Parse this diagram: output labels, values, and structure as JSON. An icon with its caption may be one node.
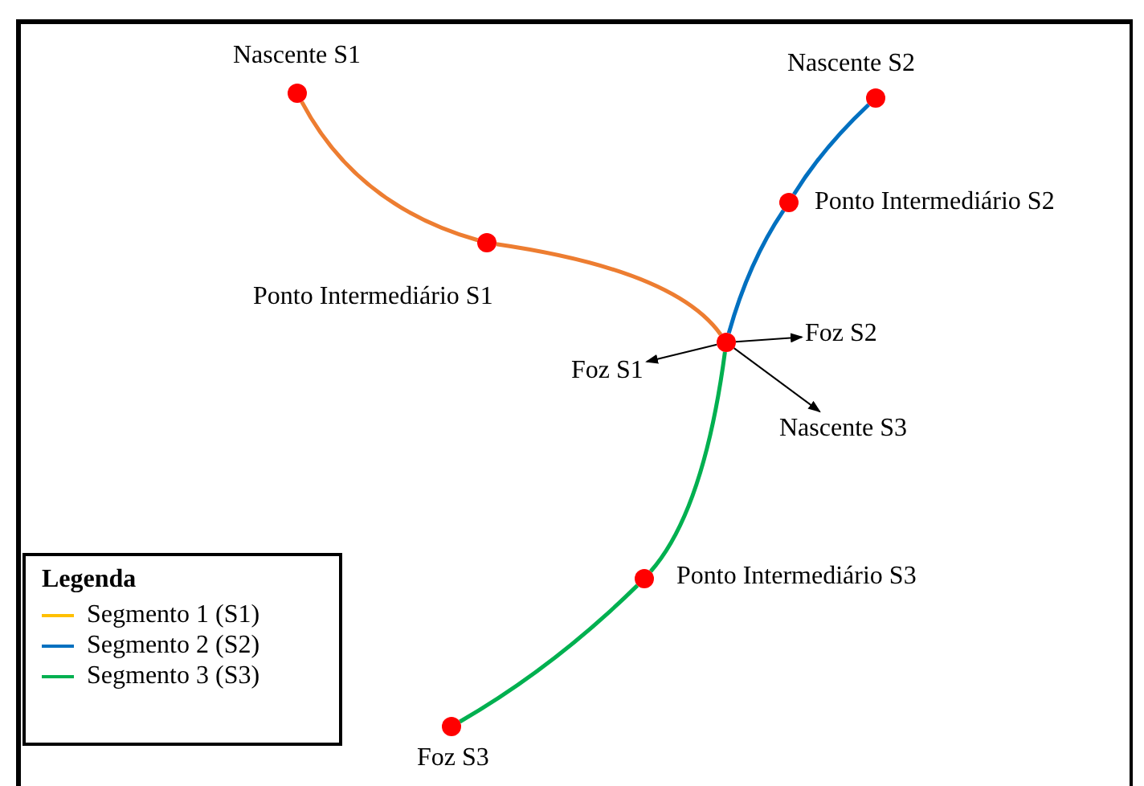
{
  "diagram": {
    "nodes": [
      {
        "text": [],
        "shape": "circle",
        "beside": [
          "Nascente S1"
        ]
      },
      {
        "text": [],
        "shape": "circle",
        "beside": [
          "Nascente S2"
        ]
      },
      {
        "text": [],
        "shape": "circle",
        "beside": [
          "Ponto Intermediário S2"
        ]
      },
      {
        "text": [],
        "shape": "circle",
        "beside": [
          "Ponto Intermediário S1"
        ]
      },
      {
        "text": [],
        "shape": "circle"
      },
      {
        "text": [
          "Foz S2"
        ]
      },
      {
        "text": [
          "Foz S1"
        ]
      },
      {
        "text": [
          "Nascente S3"
        ]
      },
      {
        "text": [],
        "shape": "circle",
        "beside": [
          "Ponto Intermediário S3"
        ]
      },
      {
        "text": [],
        "shape": "circle",
        "beside": [
          "Foz S3"
        ]
      }
    ],
    "edges": [
      {
        "from": 0,
        "to": 3,
        "arrow": "none",
        "color": "#ed7d31"
      },
      {
        "from": 3,
        "to": 4,
        "arrow": "none",
        "color": "#ed7d31"
      },
      {
        "from": 4,
        "to": 2,
        "arrow": "none",
        "color": "#0070c0"
      },
      {
        "from": 2,
        "to": 1,
        "arrow": "none",
        "color": "#0070c0"
      },
      {
        "from": 4,
        "to": 8,
        "arrow": "none",
        "color": "#00b050"
      },
      {
        "from": 8,
        "to": 9,
        "arrow": "none",
        "color": "#00b050"
      },
      {
        "from": 4,
        "to": 6,
        "arrow": "to"
      },
      {
        "from": 4,
        "to": 5,
        "arrow": "to"
      },
      {
        "from": 4,
        "to": 7,
        "arrow": "to"
      }
    ],
    "labels": [
      "Legenda"
    ],
    "legend": [
      {
        "text": "Segmento 1 (S1)",
        "color": "#ffc000"
      },
      {
        "text": "Segmento 2 (S2)",
        "color": "#0070c0"
      },
      {
        "text": "Segmento 3 (S3)",
        "color": "#00b050"
      }
    ]
  }
}
